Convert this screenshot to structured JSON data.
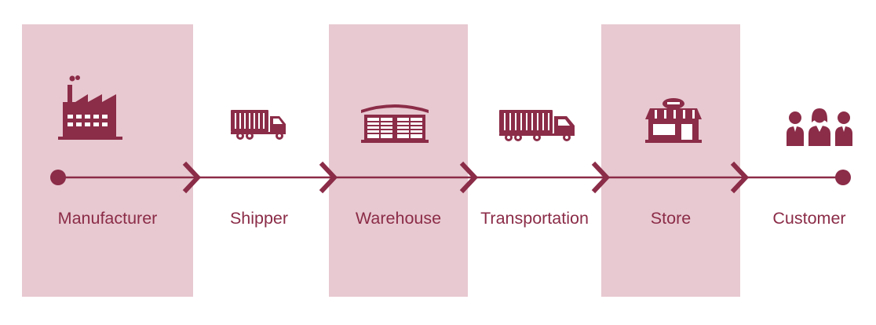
{
  "stages": [
    {
      "label": "Manufacturer",
      "icon": "factory-icon"
    },
    {
      "label": "Shipper",
      "icon": "truck-icon"
    },
    {
      "label": "Warehouse",
      "icon": "warehouse-icon"
    },
    {
      "label": "Transportation",
      "icon": "semi-truck-icon"
    },
    {
      "label": "Store",
      "icon": "store-icon"
    },
    {
      "label": "Customer",
      "icon": "customers-icon"
    }
  ],
  "colors": {
    "accent": "#8b2c48",
    "band": "#e8c9d1",
    "background": "#ffffff"
  }
}
